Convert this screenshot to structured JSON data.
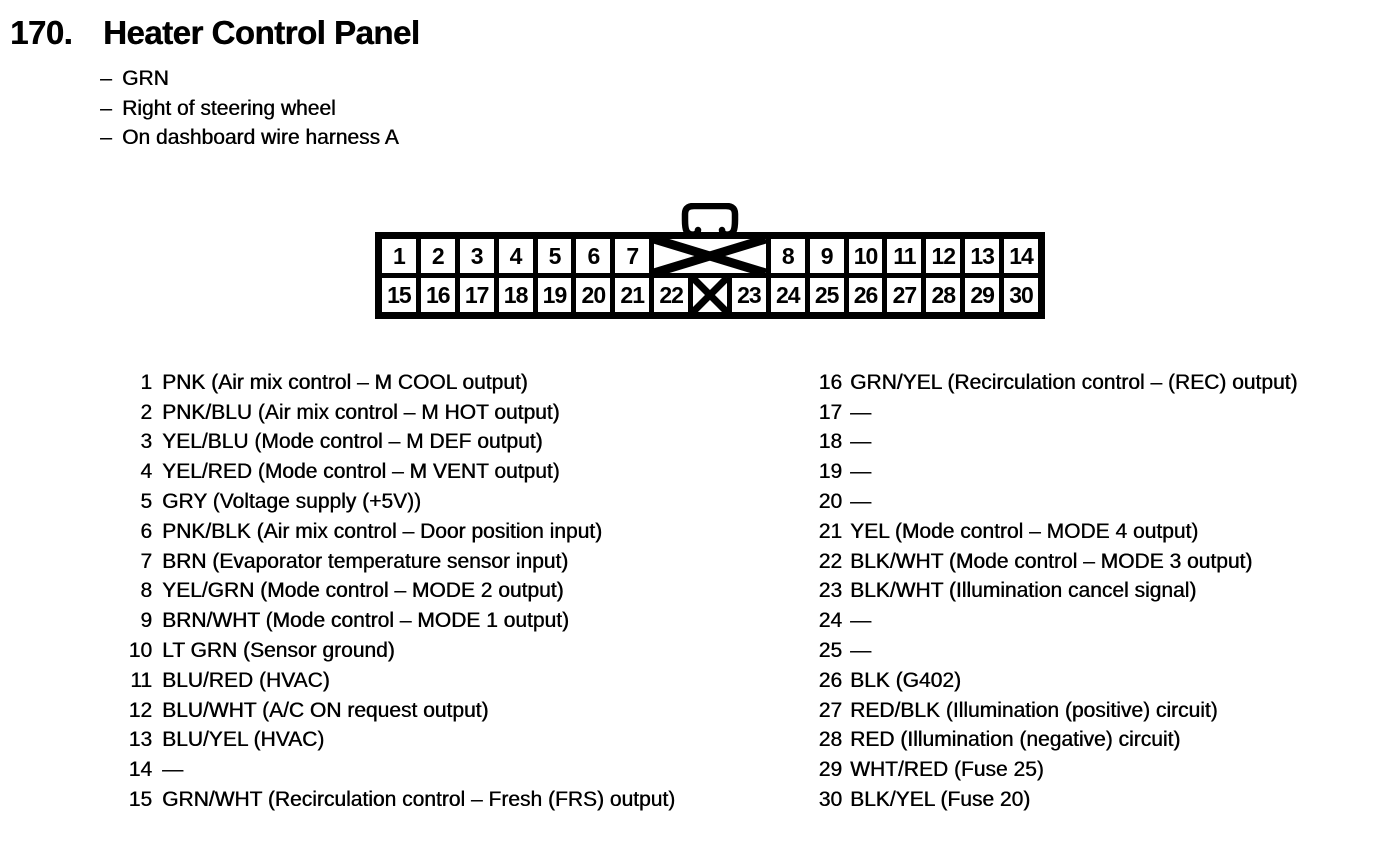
{
  "header": {
    "number": "170.",
    "title": "Heater Control Panel"
  },
  "notes": [
    {
      "dash": "–",
      "text": "GRN"
    },
    {
      "dash": "–",
      "text": "Right of steering wheel"
    },
    {
      "dash": "–",
      "text": "On dashboard wire harness A"
    }
  ],
  "connector": {
    "top_left": [
      "1",
      "2",
      "3",
      "4",
      "5",
      "6",
      "7"
    ],
    "top_right": [
      "8",
      "9",
      "10",
      "11",
      "12",
      "13",
      "14"
    ],
    "bottom_left": [
      "15",
      "16",
      "17",
      "18",
      "19",
      "20",
      "21",
      "22"
    ],
    "bottom_right": [
      "23",
      "24",
      "25",
      "26",
      "27",
      "28",
      "29",
      "30"
    ]
  },
  "icons": {
    "latch_clip": "staple-arch-tab",
    "blocked": "✕"
  },
  "colors": {
    "ink": "#000000",
    "paper": "#ffffff"
  },
  "pins_left": [
    {
      "num": "1",
      "desc": "PNK (Air mix control – M COOL output)"
    },
    {
      "num": "2",
      "desc": "PNK/BLU (Air mix control – M HOT output)"
    },
    {
      "num": "3",
      "desc": "YEL/BLU (Mode control – M DEF output)"
    },
    {
      "num": "4",
      "desc": "YEL/RED (Mode control – M VENT output)"
    },
    {
      "num": "5",
      "desc": "GRY (Voltage supply (+5V))"
    },
    {
      "num": "6",
      "desc": "PNK/BLK (Air mix control – Door position input)"
    },
    {
      "num": "7",
      "desc": "BRN (Evaporator temperature sensor input)"
    },
    {
      "num": "8",
      "desc": "YEL/GRN (Mode control – MODE 2 output)"
    },
    {
      "num": "9",
      "desc": "BRN/WHT (Mode control – MODE 1 output)"
    },
    {
      "num": "10",
      "desc": "LT GRN (Sensor ground)"
    },
    {
      "num": "11",
      "desc": "BLU/RED (HVAC)"
    },
    {
      "num": "12",
      "desc": "BLU/WHT (A/C ON request output)"
    },
    {
      "num": "13",
      "desc": "BLU/YEL (HVAC)"
    },
    {
      "num": "14",
      "desc": "—"
    },
    {
      "num": "15",
      "desc": "GRN/WHT (Recirculation control – Fresh (FRS) output)"
    }
  ],
  "pins_right": [
    {
      "num": "16",
      "desc": "GRN/YEL (Recirculation control – (REC) output)"
    },
    {
      "num": "17",
      "desc": "—"
    },
    {
      "num": "18",
      "desc": "—"
    },
    {
      "num": "19",
      "desc": "—"
    },
    {
      "num": "20",
      "desc": "—"
    },
    {
      "num": "21",
      "desc": "YEL (Mode control – MODE 4 output)"
    },
    {
      "num": "22",
      "desc": "BLK/WHT (Mode control – MODE 3 output)"
    },
    {
      "num": "23",
      "desc": "BLK/WHT (Illumination cancel signal)"
    },
    {
      "num": "24",
      "desc": "—"
    },
    {
      "num": "25",
      "desc": "—"
    },
    {
      "num": "26",
      "desc": "BLK (G402)"
    },
    {
      "num": "27",
      "desc": "RED/BLK (Illumination (positive) circuit)"
    },
    {
      "num": "28",
      "desc": "RED (Illumination (negative) circuit)"
    },
    {
      "num": "29",
      "desc": "WHT/RED (Fuse 25)"
    },
    {
      "num": "30",
      "desc": "BLK/YEL (Fuse 20)"
    }
  ]
}
